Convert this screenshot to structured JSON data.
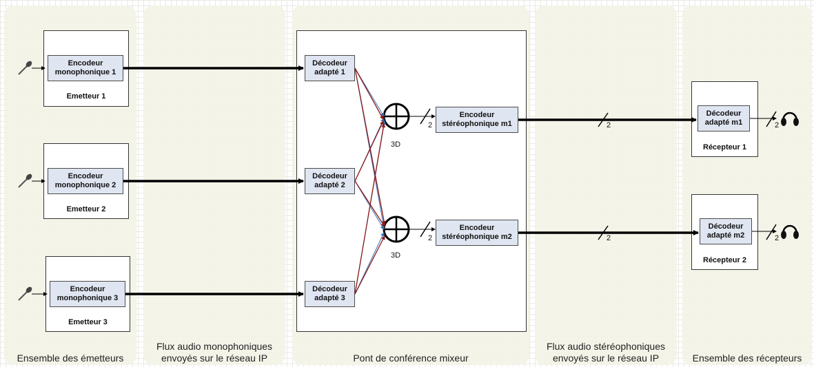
{
  "zones": {
    "emitters": "Ensemble des émetteurs",
    "mono_flow_1": "Flux audio monophoniques",
    "mono_flow_2": "envoyés sur le réseau IP",
    "bridge": "Pont de conférence mixeur",
    "stereo_flow_1": "Flux audio stéréophoniques",
    "stereo_flow_2": "envoyés sur le réseau IP",
    "receivers": "Ensemble des récepteurs"
  },
  "emitters": [
    {
      "line1": "Encodeur",
      "line2": "monophonique 1",
      "caption": "Emetteur 1"
    },
    {
      "line1": "Encodeur",
      "line2": "monophonique 2",
      "caption": "Emetteur 2"
    },
    {
      "line1": "Encodeur",
      "line2": "monophonique 3",
      "caption": "Emetteur 3"
    }
  ],
  "decoders": [
    {
      "line1": "Décodeur",
      "line2": "adapté 1"
    },
    {
      "line1": "Décodeur",
      "line2": "adapté 2"
    },
    {
      "line1": "Décodeur",
      "line2": "adapté 3"
    }
  ],
  "mixers": [
    {
      "label": "3D"
    },
    {
      "label": "3D"
    }
  ],
  "stereo_encoders": [
    {
      "line1": "Encodeur",
      "line2": "stéréophonique m1"
    },
    {
      "line1": "Encodeur",
      "line2": "stéréophonique m2"
    }
  ],
  "receivers": [
    {
      "line1": "Décodeur",
      "line2": "adapté m1",
      "caption": "Récepteur 1"
    },
    {
      "line1": "Décodeur",
      "line2": "adapté m2",
      "caption": "Récepteur 2"
    }
  ],
  "channel_count": "2",
  "colors": {
    "panel": "#f2f2e6",
    "block_fill": "#dfe5f1",
    "line_blue": "#3a6fb0",
    "line_red": "#8b1a1a"
  },
  "icons": {
    "source": "microphone-icon",
    "sink": "headphones-icon",
    "mixer": "sum-circle-icon"
  }
}
